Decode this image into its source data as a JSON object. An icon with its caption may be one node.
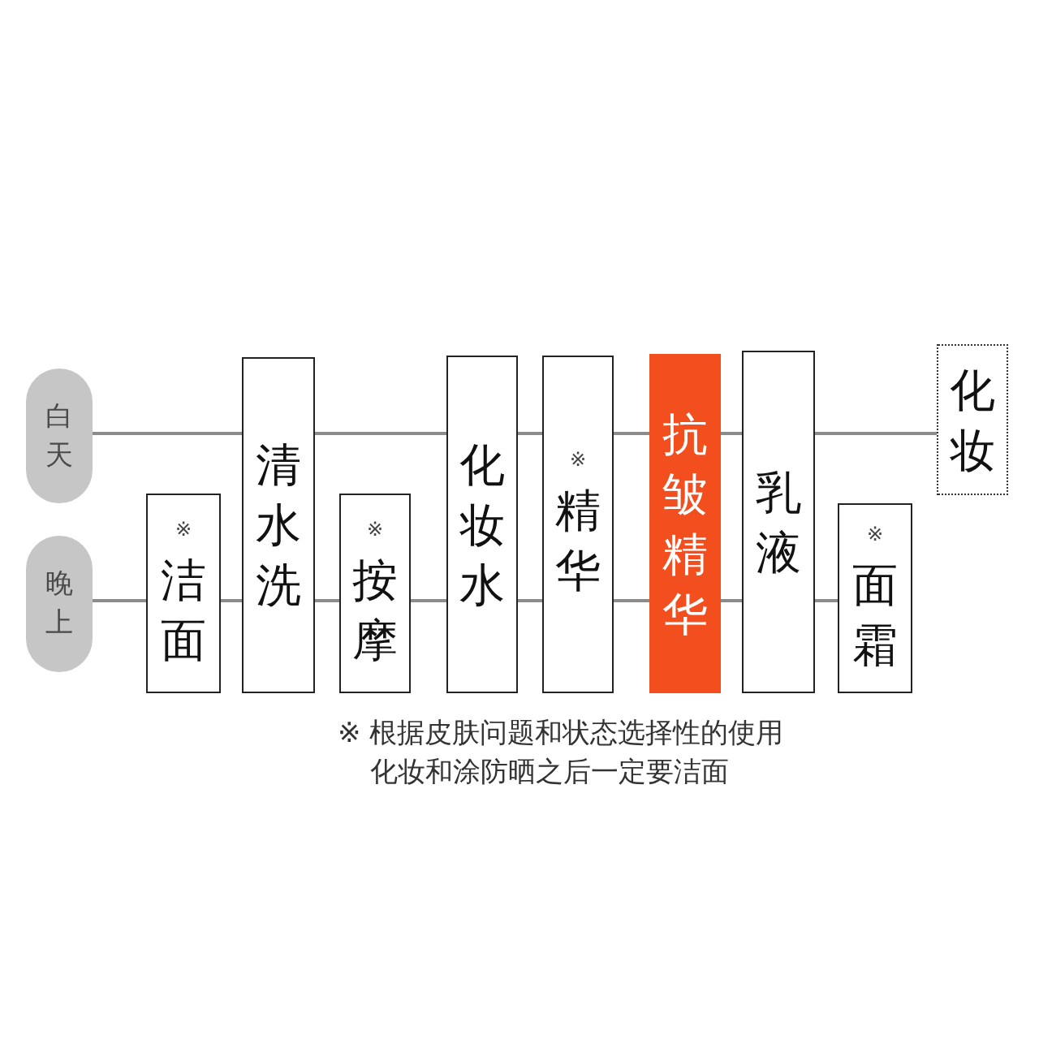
{
  "diagram": {
    "nodes": [
      {
        "text": [
          "白天"
        ]
      },
      {
        "text": [
          "晚上"
        ]
      },
      {
        "text": [
          "※",
          "洁面"
        ]
      },
      {
        "text": [
          "清水洗"
        ]
      },
      {
        "text": [
          "※",
          "按摩"
        ]
      },
      {
        "text": [
          "化妆水"
        ]
      },
      {
        "text": [
          "※",
          "精华"
        ]
      },
      {
        "text": [
          "抗皱精华"
        ]
      },
      {
        "text": [
          "乳液"
        ]
      },
      {
        "text": [
          "※",
          "面霜"
        ]
      },
      {
        "text": [
          "化妆"
        ]
      }
    ],
    "edges": [
      {
        "from": 0,
        "to": 3,
        "arrow": "none"
      },
      {
        "from": 3,
        "to": 5,
        "arrow": "none"
      },
      {
        "from": 5,
        "to": 6,
        "arrow": "none"
      },
      {
        "from": 6,
        "to": 7,
        "arrow": "none"
      },
      {
        "from": 7,
        "to": 8,
        "arrow": "none"
      },
      {
        "from": 8,
        "to": 10,
        "arrow": "none"
      },
      {
        "from": 1,
        "to": 2,
        "arrow": "none"
      },
      {
        "from": 2,
        "to": 3,
        "arrow": "none"
      },
      {
        "from": 3,
        "to": 4,
        "arrow": "none"
      },
      {
        "from": 4,
        "to": 5,
        "arrow": "none"
      },
      {
        "from": 5,
        "to": 6,
        "arrow": "none"
      },
      {
        "from": 6,
        "to": 7,
        "arrow": "none"
      },
      {
        "from": 7,
        "to": 8,
        "arrow": "none"
      },
      {
        "from": 8,
        "to": 9,
        "arrow": "none"
      }
    ],
    "labels": [
      "※ 根据皮肤问题和状态选择性的使用",
      "化妆和涂防晒之后一定要洁面"
    ]
  }
}
